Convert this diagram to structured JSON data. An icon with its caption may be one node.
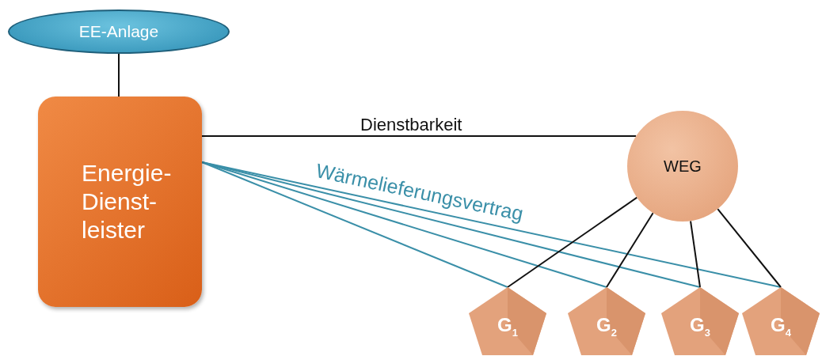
{
  "diagram": {
    "nodes": [
      {
        "text": [
          "EE-Anlage"
        ]
      },
      {
        "text": [
          "Energie- Dienst- leister"
        ]
      },
      {
        "text": [
          "WEG"
        ]
      },
      {
        "text": [
          "G$_{1}$"
        ]
      },
      {
        "text": [
          "G$_{2}$"
        ]
      },
      {
        "text": [
          "G$_{3}$"
        ]
      },
      {
        "text": [
          "G$_{4}$"
        ]
      }
    ],
    "edges": [
      {
        "from": 0,
        "to": 1,
        "arrow": "none"
      },
      {
        "from": 1,
        "to": 2,
        "arrow": "none",
        "label": "Dienstbarkeit"
      },
      {
        "from": 1,
        "to": 3,
        "arrow": "none",
        "color": "#3a8fa8"
      },
      {
        "from": 1,
        "to": 4,
        "arrow": "none",
        "color": "#3a8fa8"
      },
      {
        "from": 1,
        "to": 5,
        "arrow": "none",
        "color": "#3a8fa8"
      },
      {
        "from": 1,
        "to": 6,
        "arrow": "none",
        "color": "#3a8fa8",
        "label": "Wärmelieferungsvertrag"
      },
      {
        "from": 2,
        "to": 3,
        "arrow": "none"
      },
      {
        "from": 2,
        "to": 4,
        "arrow": "none"
      },
      {
        "from": 2,
        "to": 5,
        "arrow": "none"
      },
      {
        "from": 2,
        "to": 6,
        "arrow": "none"
      }
    ]
  }
}
